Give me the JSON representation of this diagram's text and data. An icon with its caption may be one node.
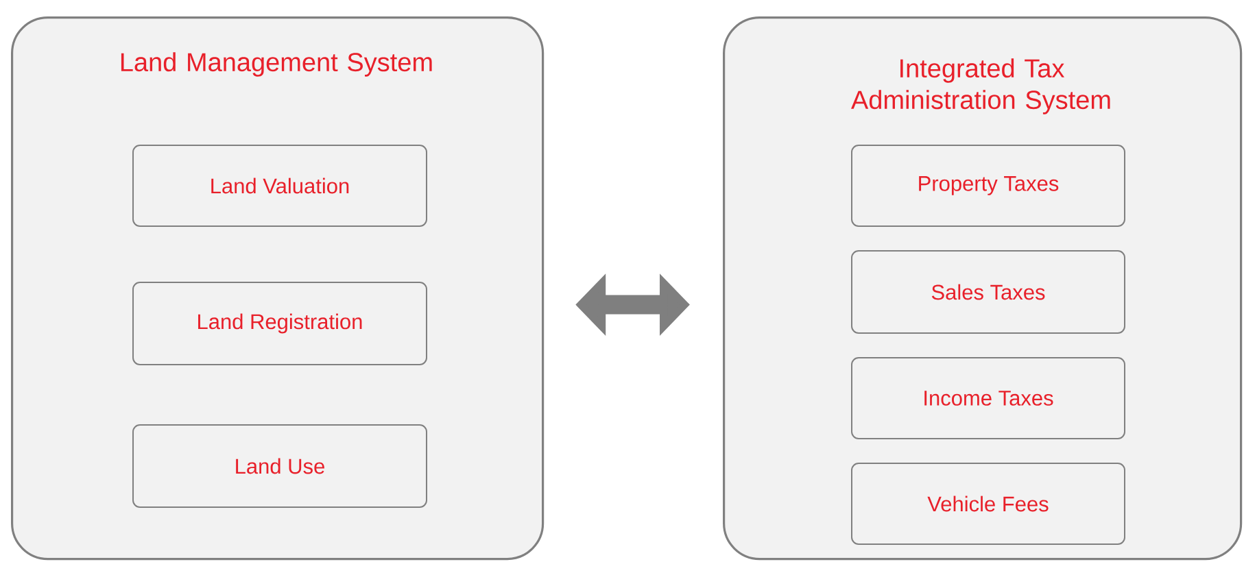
{
  "diagram": {
    "nodes": [
      {
        "text": [
          "Land Management System"
        ]
      },
      {
        "text": [
          "Land Valuation"
        ],
        "in": 0
      },
      {
        "text": [
          "Land Registration"
        ],
        "in": 0
      },
      {
        "text": [
          "Land Use"
        ],
        "in": 0
      },
      {
        "text": [
          "Integrated Tax Administration System"
        ]
      },
      {
        "text": [
          "Property Taxes"
        ],
        "in": 4
      },
      {
        "text": [
          "Sales Taxes"
        ],
        "in": 4
      },
      {
        "text": [
          "Income Taxes"
        ],
        "in": 4
      },
      {
        "text": [
          "Vehicle Fees"
        ],
        "in": 4
      }
    ],
    "edges": [
      {
        "from": 0,
        "to": 4,
        "arrow": "both"
      }
    ]
  }
}
